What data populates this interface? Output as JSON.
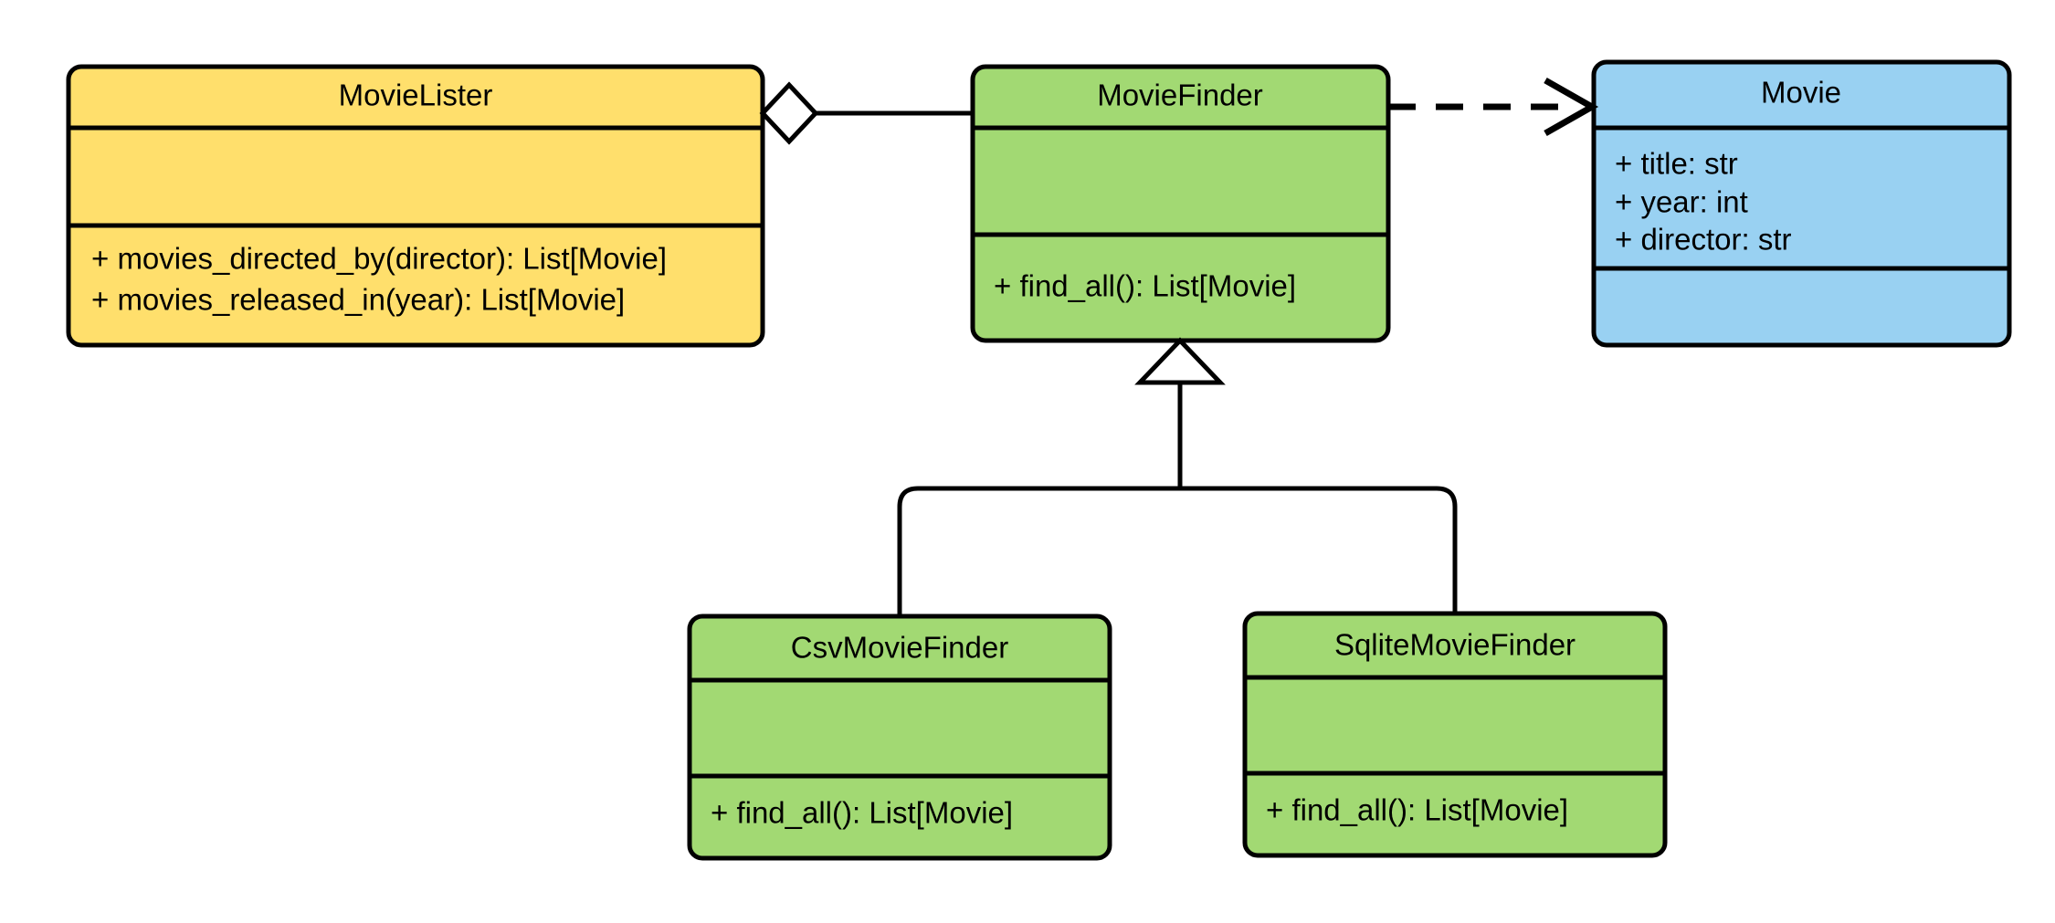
{
  "diagram": {
    "type": "uml-class-diagram",
    "title": "",
    "background_color": "#ffffff",
    "line_color": "#000000",
    "classes": [
      {
        "id": "movie-lister",
        "name": "MovieLister",
        "fill": "#ffdf6c",
        "attributes": [],
        "methods": [
          "+ movies_directed_by(director): List[Movie]",
          "+ movies_released_in(year): List[Movie]"
        ]
      },
      {
        "id": "movie-finder",
        "name": "MovieFinder",
        "fill": "#a2d973",
        "attributes": [],
        "methods": [
          "+ find_all(): List[Movie]"
        ]
      },
      {
        "id": "movie",
        "name": "Movie",
        "fill": "#99d1f2",
        "attributes": [
          "+ title: str",
          "+ year: int",
          "+ director: str"
        ],
        "methods": []
      },
      {
        "id": "csv-movie-finder",
        "name": "CsvMovieFinder",
        "fill": "#a2d973",
        "attributes": [],
        "methods": [
          "+ find_all(): List[Movie]"
        ]
      },
      {
        "id": "sqlite-movie-finder",
        "name": "SqliteMovieFinder",
        "fill": "#a2d973",
        "attributes": [],
        "methods": [
          "+ find_all(): List[Movie]"
        ]
      }
    ],
    "relationships": [
      {
        "id": "lister-finder",
        "kind": "aggregation",
        "from": "MovieLister",
        "to": "MovieFinder",
        "marker": "hollow-diamond",
        "line_style": "solid"
      },
      {
        "id": "finder-movie",
        "kind": "dependency",
        "from": "MovieFinder",
        "to": "Movie",
        "marker": "open-arrow",
        "line_style": "dashed"
      },
      {
        "id": "csv-generalization",
        "kind": "generalization",
        "from": "CsvMovieFinder",
        "to": "MovieFinder",
        "marker": "hollow-triangle",
        "line_style": "solid"
      },
      {
        "id": "sqlite-generalization",
        "kind": "generalization",
        "from": "SqliteMovieFinder",
        "to": "MovieFinder",
        "marker": "hollow-triangle",
        "line_style": "solid"
      }
    ]
  }
}
